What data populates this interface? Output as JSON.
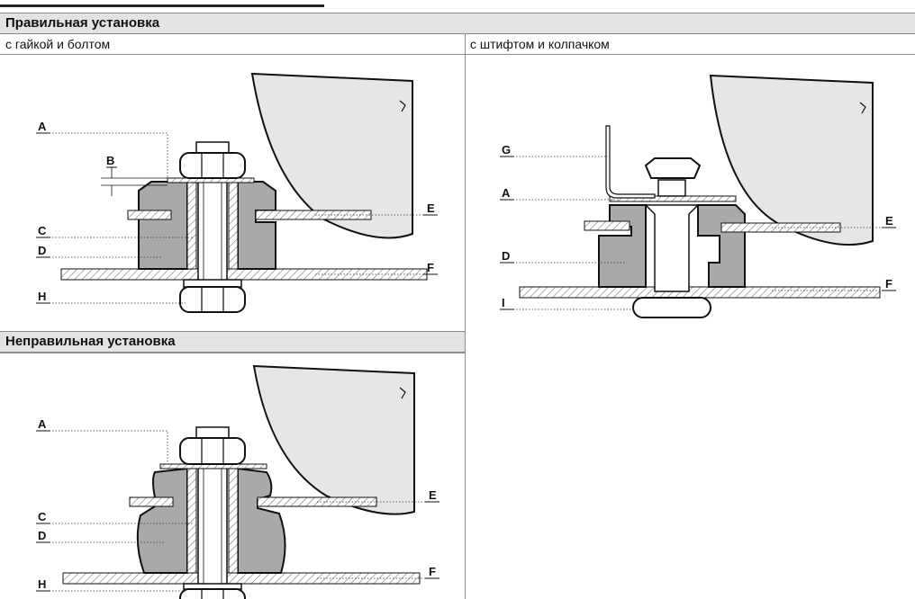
{
  "sections": {
    "correct": {
      "title": "Правильная установка"
    },
    "incorrect": {
      "title": "Неправильная установка"
    }
  },
  "subsections": {
    "nut_bolt": "с гайкой и болтом",
    "pin_cap": "с штифтом и колпачком"
  },
  "labels": {
    "panel1": [
      "A",
      "B",
      "C",
      "D",
      "H",
      "E",
      "F"
    ],
    "panel2": [
      "G",
      "A",
      "D",
      "I",
      "E",
      "F"
    ],
    "panel3": [
      "A",
      "C",
      "D",
      "H",
      "E",
      "F"
    ]
  },
  "colors": {
    "header_bg": "#e3e3e3",
    "rubber": "#a9a9a9",
    "housing": "#e6e6e6",
    "outline": "#111111"
  }
}
